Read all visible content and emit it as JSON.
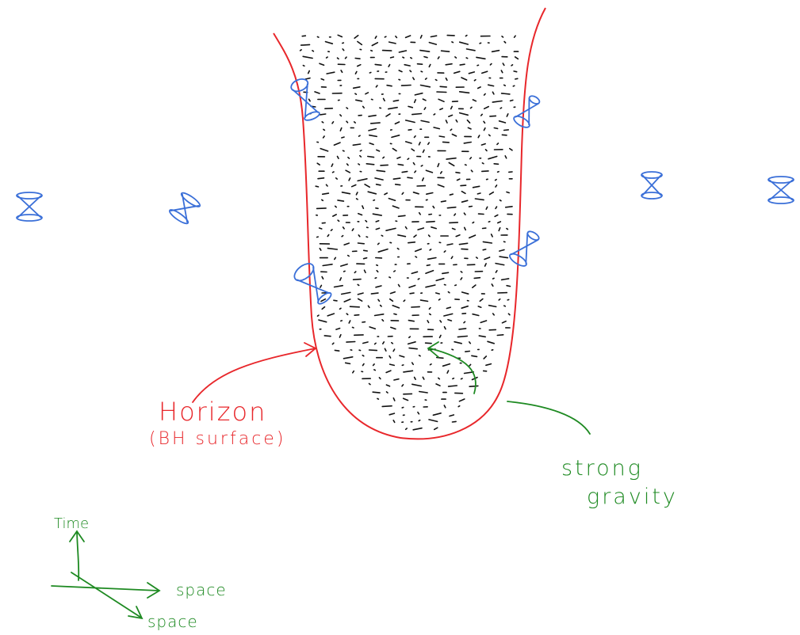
{
  "labels": {
    "horizon_title": "Horizon",
    "horizon_sub": "(BH surface)",
    "gravity_line1": "strong",
    "gravity_line2": "gravity",
    "axis_time": "Time",
    "axis_space_x": "space",
    "axis_space_diag": "space"
  },
  "colors": {
    "horizon": "#e8272b",
    "light_cone": "#3a6fd8",
    "gravity": "#1e8a22",
    "interior_dots": "#111111"
  },
  "light_cones": {
    "outside": 4,
    "on_horizon": 4
  }
}
